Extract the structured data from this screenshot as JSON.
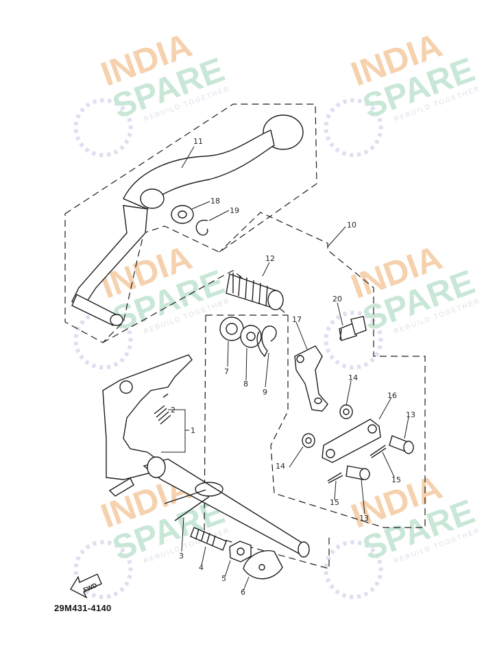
{
  "diagram": {
    "part_code": "29M431-4140",
    "fwd_label": "FWD",
    "watermark": {
      "line1": "INDIA",
      "line2": "SPARE",
      "tagline": "REBUILD TOGETHER"
    },
    "callouts": {
      "c1": "1",
      "c2": "2",
      "c3": "3",
      "c4": "4",
      "c5": "5",
      "c6": "6",
      "c7": "7",
      "c8": "8",
      "c9": "9",
      "c10": "10",
      "c11": "11",
      "c12": "12",
      "c13a": "13",
      "c13b": "13",
      "c14a": "14",
      "c14b": "14",
      "c15a": "15",
      "c15b": "15",
      "c16": "16",
      "c17": "17",
      "c18": "18",
      "c19": "19",
      "c20": "20"
    }
  }
}
